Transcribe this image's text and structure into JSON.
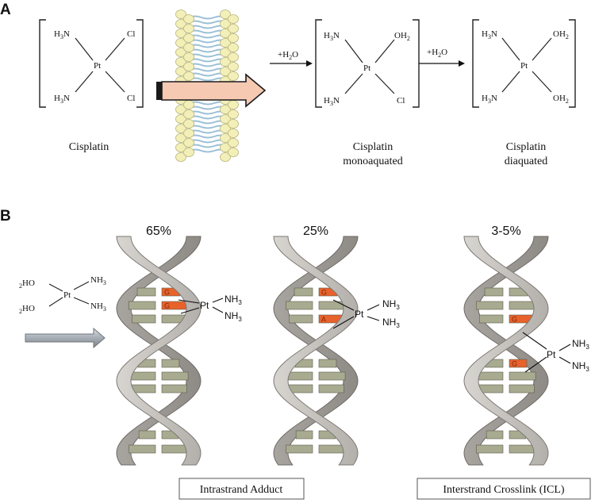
{
  "panels": {
    "a": {
      "letter": "A"
    },
    "b": {
      "letter": "B"
    }
  },
  "colors": {
    "background": "#ffffff",
    "membrane_head": "#f2efb8",
    "membrane_tail": "#9cc0d6",
    "transport_arrow": "#f6c9b3",
    "adduct_base": "#e8622c",
    "dna_base": "#a9ab91",
    "dna_backbone": "#c9c6c2",
    "incoming_arrow": "#a8aeb4"
  },
  "chem": {
    "pt": "Pt",
    "h3n": "H3N",
    "cl": "Cl",
    "oh2": "OH2",
    "water_addition": "+H2O",
    "nh3": "NH3",
    "ho2": "2HO"
  },
  "captions": {
    "cisplatin": "Cisplatin",
    "monoaquated_line1": "Cisplatin",
    "monoaquated_line2": "monoaquated",
    "diaquated_line1": "Cisplatin",
    "diaquated_line2": "diaquated"
  },
  "adducts": [
    {
      "percent": "65%",
      "bases": [
        "G",
        "G"
      ]
    },
    {
      "percent": "25%",
      "bases": [
        "G",
        "A"
      ]
    },
    {
      "percent": "3-5%",
      "bases": [
        "G",
        "G"
      ]
    }
  ],
  "labels": {
    "intrastrand": "Intrastrand Adduct",
    "interstrand": "Interstrand Crosslink (ICL)"
  }
}
